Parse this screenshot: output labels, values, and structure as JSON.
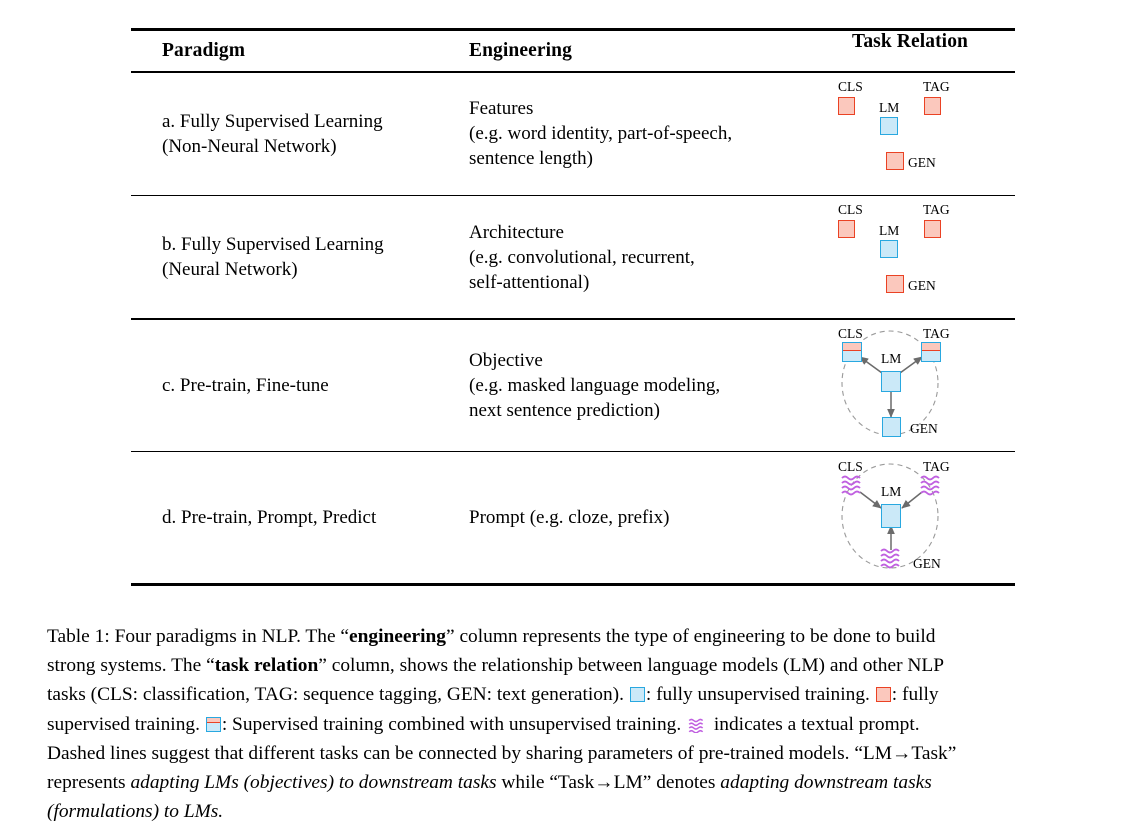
{
  "table": {
    "columns": [
      "Paradigm",
      "Engineering",
      "Task Relation"
    ],
    "rows": [
      {
        "id": "a",
        "paradigm": [
          "a. Fully Supervised Learning",
          "(Non-Neural Network)"
        ],
        "engineering": [
          "Features",
          "(e.g. word identity, part-of-speech,",
          "sentence length)"
        ],
        "relation": {
          "style": "separate",
          "nodes": [
            {
              "name": "CLS",
              "fill": "red"
            },
            {
              "name": "LM",
              "fill": "blue"
            },
            {
              "name": "TAG",
              "fill": "red"
            },
            {
              "name": "GEN",
              "fill": "red"
            }
          ],
          "dashed_circle": false,
          "arrows": "none"
        }
      },
      {
        "id": "b",
        "paradigm": [
          "b. Fully Supervised Learning",
          "(Neural Network)"
        ],
        "engineering": [
          "Architecture",
          "(e.g. convolutional, recurrent,",
          "self-attentional)"
        ],
        "relation": {
          "style": "separate",
          "nodes": [
            {
              "name": "CLS",
              "fill": "red"
            },
            {
              "name": "LM",
              "fill": "blue"
            },
            {
              "name": "TAG",
              "fill": "red"
            },
            {
              "name": "GEN",
              "fill": "red"
            }
          ],
          "dashed_circle": false,
          "arrows": "none"
        }
      },
      {
        "id": "c",
        "paradigm": [
          "c. Pre-train, Fine-tune"
        ],
        "engineering": [
          "Objective",
          "(e.g. masked language modeling,",
          "next sentence prediction)"
        ],
        "relation": {
          "style": "connected",
          "nodes": [
            {
              "name": "CLS",
              "fill": "half"
            },
            {
              "name": "LM",
              "fill": "blue"
            },
            {
              "name": "TAG",
              "fill": "half"
            },
            {
              "name": "GEN",
              "fill": "blue"
            }
          ],
          "dashed_circle": true,
          "arrows": "lm-to-task"
        }
      },
      {
        "id": "d",
        "paradigm": [
          "d. Pre-train, Prompt, Predict"
        ],
        "engineering": [
          "Prompt (e.g. cloze, prefix)"
        ],
        "relation": {
          "style": "connected",
          "nodes": [
            {
              "name": "CLS",
              "fill": "prompt"
            },
            {
              "name": "LM",
              "fill": "blue"
            },
            {
              "name": "TAG",
              "fill": "prompt"
            },
            {
              "name": "GEN",
              "fill": "prompt"
            }
          ],
          "dashed_circle": true,
          "arrows": "task-to-lm"
        }
      }
    ]
  },
  "caption": {
    "lines": [
      "Table 1: Four paradigms in NLP. The “engineering” column represents the type of engineering to be done to build",
      "strong systems. The “task relation” column, shows the relationship between language models (LM) and other NLP",
      "tasks (CLS: classification, TAG: sequence tagging, GEN: text generation). □: fully unsupervised training. □: fully",
      "supervised training. □: Supervised training combined with unsupervised training. ≋ indicates a textual prompt.",
      "Dashed lines suggest that different tasks can be connected by sharing parameters of pre-trained models. “LM→Task”",
      "represents adapting LMs (objectives) to downstream tasks while “Task→LM” denotes adapting downstream tasks",
      "(formulations) to LMs."
    ],
    "label": "Table 1:",
    "seg": {
      "l1_a": "Table 1: Four paradigms in NLP. The “",
      "l1_b": "engineering",
      "l1_c": "” column represents the type of engineering to be done to build",
      "l2_a": "strong systems. The “",
      "l2_b": "task relation",
      "l2_c": "” column, shows the relationship between language models (LM) and other NLP",
      "l3_a": "tasks (CLS: classification, TAG: sequence tagging, GEN: text generation).",
      "l3_b": ": fully unsupervised training.",
      "l3_c": ": fully",
      "l4_a": "supervised training.",
      "l4_b": ": Supervised training combined with unsupervised training.",
      "l4_c": "indicates a textual prompt.",
      "l5": "Dashed lines suggest that different tasks can be connected by sharing parameters of pre-trained models. “LM→Task”",
      "l6_a": "represents",
      "l6_b": "adapting LMs (objectives) to downstream tasks",
      "l6_c": "while “Task→LM” denotes",
      "l6_d": "adapting downstream tasks",
      "l7_a": "(formulations) to LMs."
    }
  },
  "colors": {
    "red_fill": "#fbc8bd",
    "red_border": "#ea4224",
    "blue_fill": "#cbe9f8",
    "blue_border": "#29a8e0",
    "prompt": "#c060e0",
    "arrow": "#6b6b6b",
    "dashed": "#9a9a9a",
    "rule": "#000000"
  }
}
